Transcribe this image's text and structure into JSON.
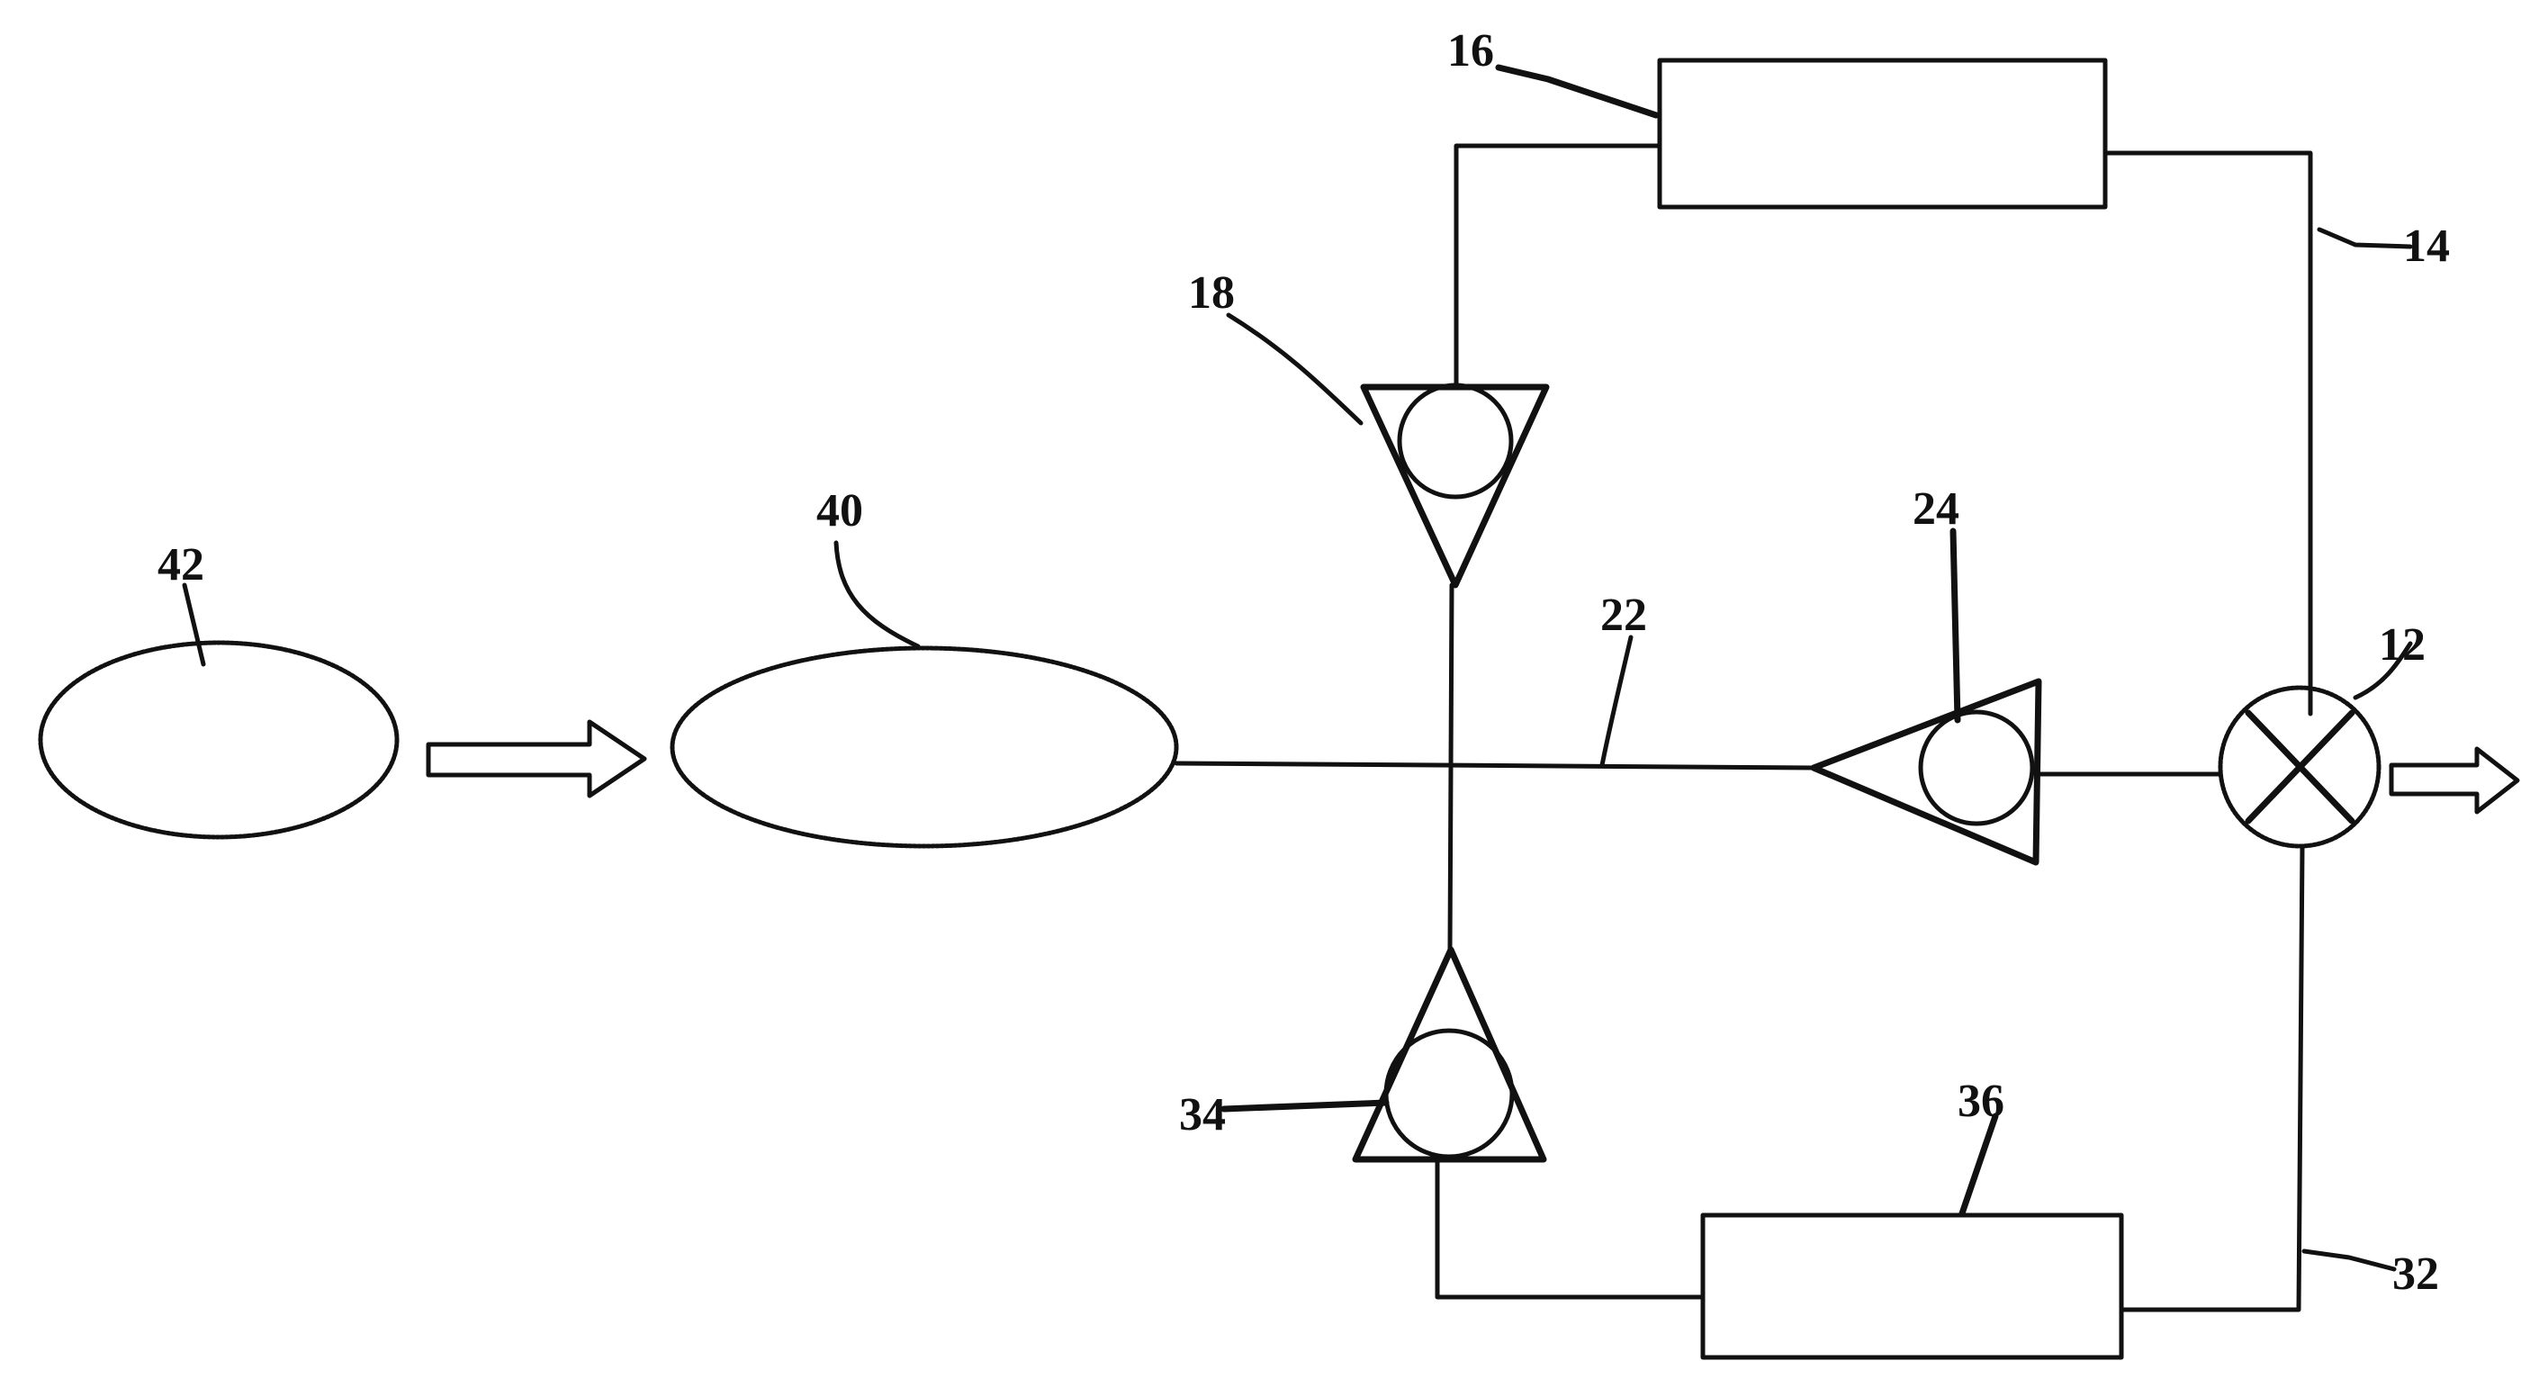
{
  "diagram": {
    "labels": {
      "node_12": "12",
      "node_14": "14",
      "node_16": "16",
      "node_18": "18",
      "node_22": "22",
      "node_24": "24",
      "node_32": "32",
      "node_34": "34",
      "node_36": "36",
      "node_40": "40",
      "node_42": "42"
    },
    "colors": {
      "line": "#111111",
      "background": "#ffffff"
    }
  }
}
